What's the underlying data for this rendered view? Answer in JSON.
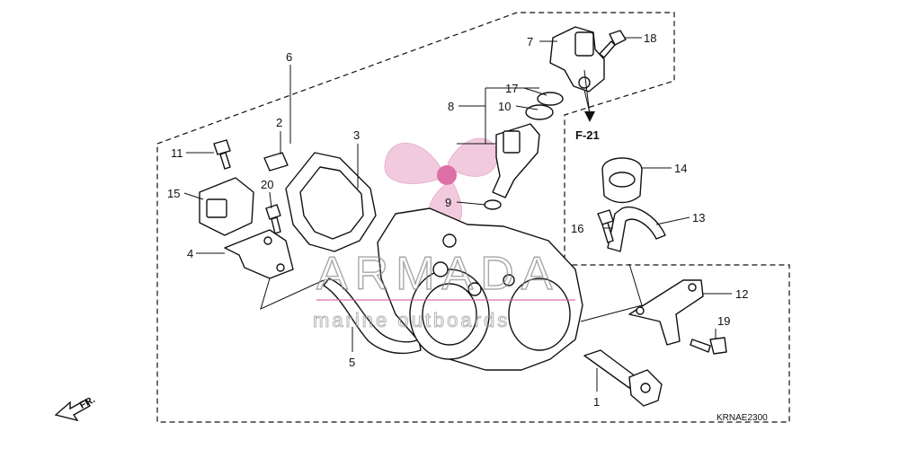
{
  "diagram": {
    "callouts": {
      "c1": "1",
      "c2": "2",
      "c3": "3",
      "c4": "4",
      "c5": "5",
      "c6": "6",
      "c7": "7",
      "c8": "8",
      "c9": "9",
      "c10": "10",
      "c11": "11",
      "c12": "12",
      "c13": "13",
      "c14": "14",
      "c15": "15",
      "c16": "16",
      "c17": "17",
      "c18": "18",
      "c19": "19",
      "c20": "20"
    },
    "reference": "F-21",
    "drawing_code": "KRNAE2300",
    "direction_label": "FR."
  },
  "watermark": {
    "brand": "ARMADA",
    "tagline": "marine outboards",
    "colors": {
      "logo": "#e8a9c8",
      "logo_center": "#d9609c",
      "text": "#8c8c8c"
    }
  }
}
